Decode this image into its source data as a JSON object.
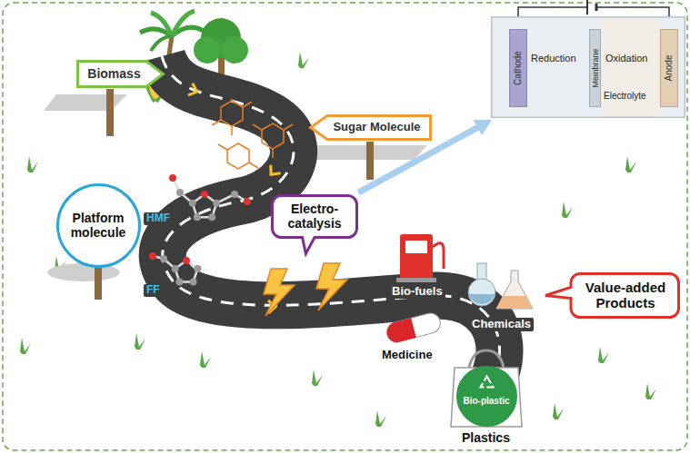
{
  "diagram": {
    "nodes": [
      {
        "text": [
          "Biomass"
        ]
      },
      {
        "text": [
          "Sugar Molecule"
        ]
      },
      {
        "text": [
          "Reduction",
          "Oxidation",
          "Electrolyte"
        ]
      },
      {
        "text": [
          "Cathode"
        ],
        "in": 2
      },
      {
        "text": [
          "Membrane"
        ],
        "in": 2
      },
      {
        "text": [
          "Anode"
        ],
        "in": 2
      },
      {
        "text": [
          "Platform molecule"
        ]
      },
      {
        "text": [
          "Electro-catalysis"
        ]
      },
      {
        "text": [
          "Value-added Products"
        ]
      },
      {
        "text": [
          "Bio-plastic"
        ]
      }
    ],
    "edges": [
      {
        "from": 7,
        "to": 2,
        "arrow": "to"
      }
    ],
    "labels": [
      "HMF",
      "FF",
      "Bio-fuels",
      "Chemicals",
      "Medicine",
      "Plastics"
    ]
  }
}
